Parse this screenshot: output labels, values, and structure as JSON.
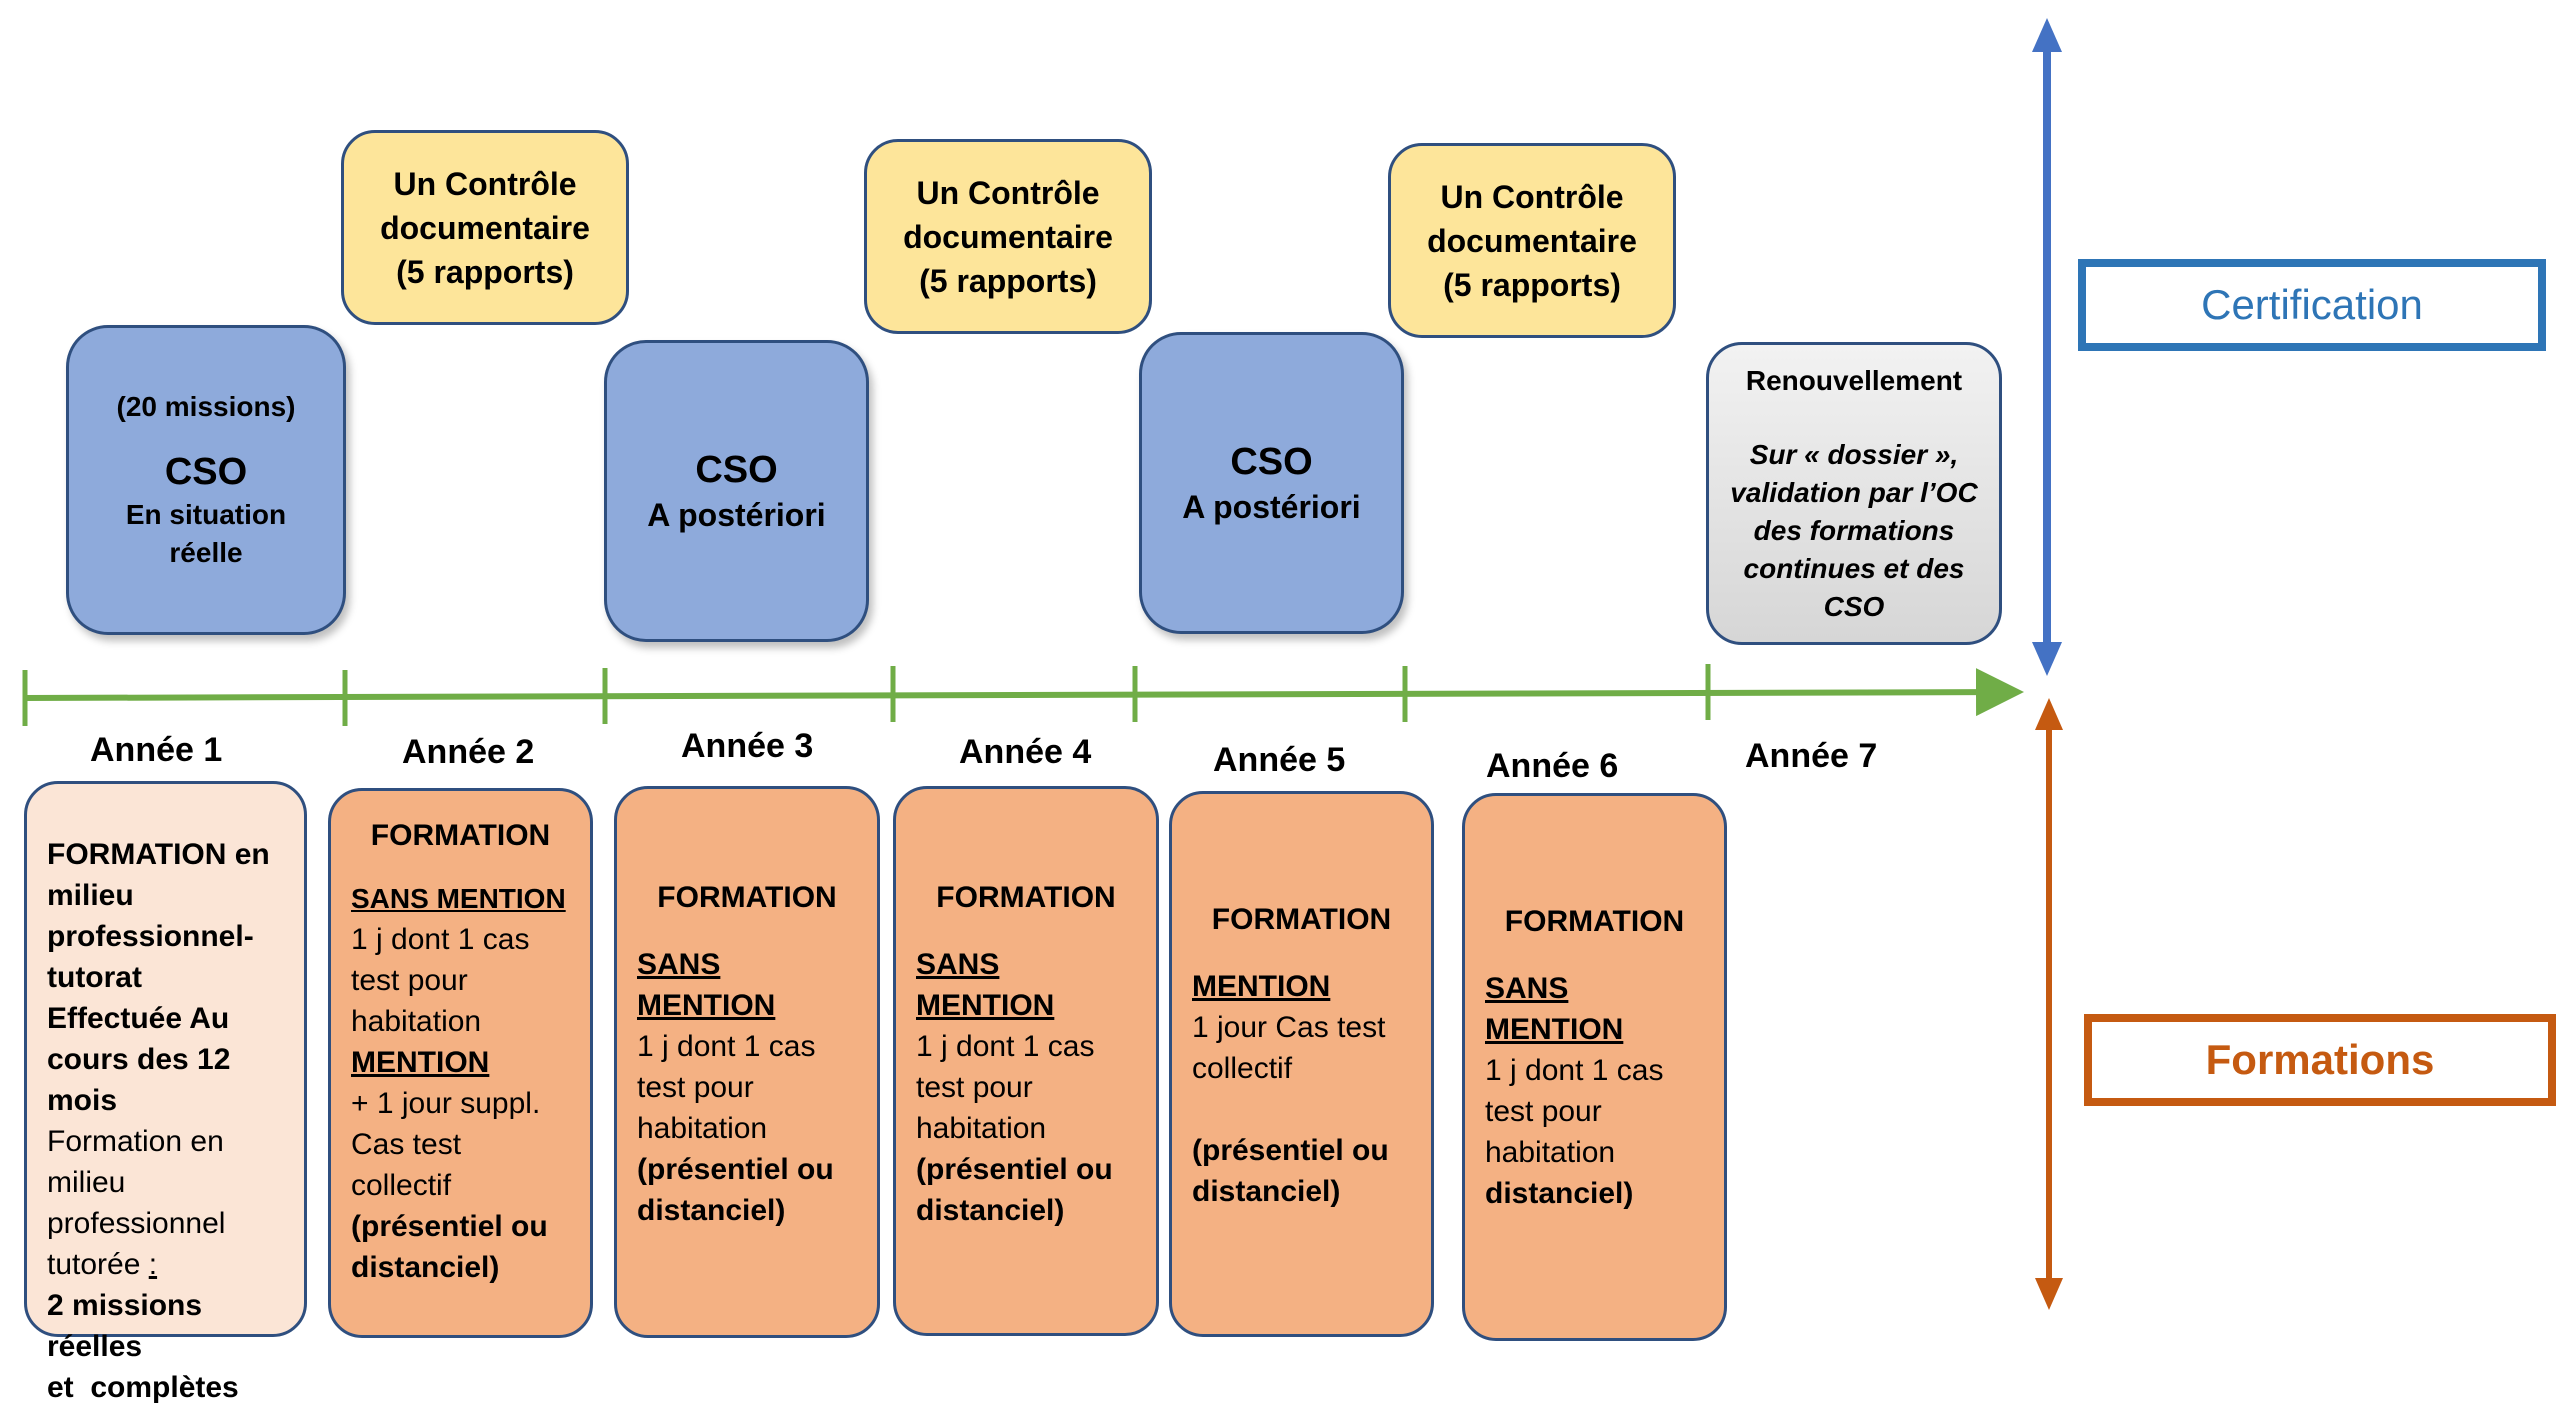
{
  "controls": [
    {
      "lines": [
        "Un Contrôle",
        "documentaire",
        "(5 rapports)"
      ]
    },
    {
      "lines": [
        "Un Contrôle",
        "documentaire",
        "(5 rapports)"
      ]
    },
    {
      "lines": [
        "Un Contrôle",
        "documentaire",
        "(5 rapports)"
      ]
    }
  ],
  "cso": [
    {
      "sub": "(20 missions)",
      "title": "CSO",
      "lines": [
        "En situation",
        "réelle"
      ]
    },
    {
      "title": "CSO",
      "lines": [
        "A postériori"
      ]
    },
    {
      "title": "CSO",
      "lines": [
        "A postériori"
      ]
    }
  ],
  "renewal": {
    "title": "Renouvellement",
    "lines": [
      "Sur « dossier »,",
      "validation par l’OC",
      "des formations",
      "continues et des",
      "CSO"
    ]
  },
  "years": [
    "Année 1",
    "Année 2",
    "Année 3",
    "Année 4",
    "Année 5",
    "Année 6",
    "Année 7"
  ],
  "formations": {
    "y1": {
      "bold": [
        "FORMATION en",
        "milieu",
        "professionnel-",
        "tutorat",
        "Effectuée Au",
        "cours des 12 mois"
      ],
      "plain": [
        "Formation en",
        "milieu",
        "professionnel",
        "tutorée "
      ],
      "colon": ":",
      "bold2": [
        "2 missions réelles",
        "et  complètes"
      ]
    },
    "y2": {
      "title": "FORMATION",
      "u1": "SANS MENTION",
      "t1": [
        "1 j dont 1 cas",
        "test pour",
        "habitation"
      ],
      "u2": "MENTION",
      "t2": [
        "+ 1 jour suppl.",
        "Cas test",
        "collectif"
      ],
      "b": [
        "(présentiel ou",
        "distanciel)"
      ]
    },
    "y3": {
      "title": "FORMATION",
      "u": [
        "SANS",
        "MENTION"
      ],
      "t": [
        "1 j dont 1 cas",
        "test pour",
        "habitation"
      ],
      "b": [
        "(présentiel ou",
        "distanciel)"
      ]
    },
    "y4": {
      "title": "FORMATION",
      "u": [
        "SANS",
        "MENTION"
      ],
      "t": [
        "1 j dont 1 cas",
        "test pour",
        "habitation"
      ],
      "b": [
        "(présentiel ou",
        "distanciel)"
      ]
    },
    "y5": {
      "title": "FORMATION",
      "u": [
        "MENTION"
      ],
      "t": [
        "1 jour Cas test",
        "collectif"
      ],
      "b": [
        "(présentiel ou",
        "distanciel)"
      ]
    },
    "y6": {
      "title": "FORMATION",
      "u": [
        "SANS",
        "MENTION"
      ],
      "t": [
        "1 j dont 1 cas",
        "test pour",
        "habitation"
      ],
      "b": [
        "distanciel)"
      ]
    }
  },
  "labels": {
    "certification": "Certification",
    "formations": "Formations"
  },
  "colors": {
    "timeline": "#70ad47",
    "certification": "#4472c4",
    "formations": "#c55a11",
    "control_fill": "#fde59a",
    "cso_fill": "#8eaadb",
    "formation_fill": "#f4b183",
    "formation_first_fill": "#fbe5d6"
  }
}
